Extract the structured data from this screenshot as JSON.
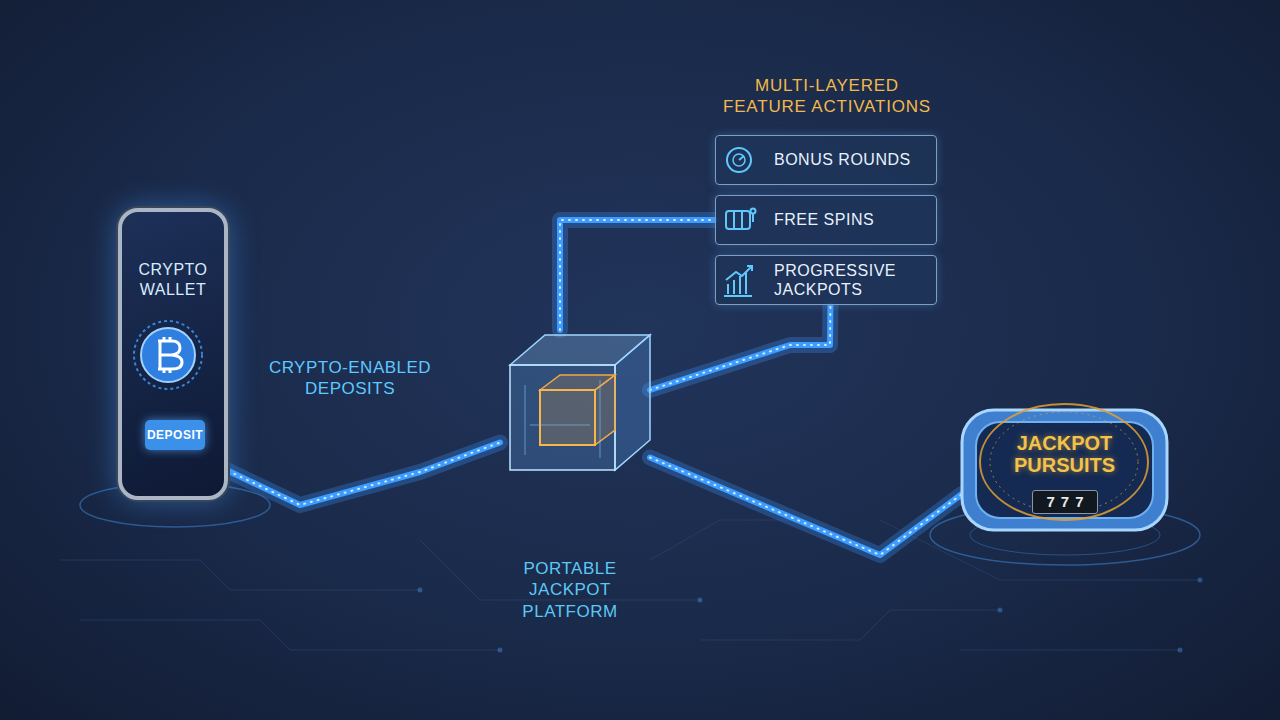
{
  "diagram": {
    "nodes": [
      {
        "text": [
          "CRYPTO WALLET"
        ]
      },
      {
        "text": [
          "DEPOSIT"
        ],
        "in": 0
      },
      {
        "text": [
          "PORTABLE JACKPOT PLATFORM"
        ]
      },
      {
        "text": [
          "BONUS ROUNDS"
        ]
      },
      {
        "text": [
          "FREE SPINS"
        ]
      },
      {
        "text": [
          "PROGRESSIVE JACKPOTS"
        ]
      },
      {
        "text": [
          "JACKPOT PURSUITS",
          "777"
        ]
      }
    ],
    "edges": [
      {
        "from": 0,
        "to": 2,
        "label": "CRYPTO-ENABLED DEPOSITS",
        "arrow": "none"
      },
      {
        "from": 2,
        "to": 4,
        "arrow": "none"
      },
      {
        "from": 2,
        "to": 5,
        "arrow": "none"
      },
      {
        "from": 2,
        "to": 6,
        "arrow": "none"
      }
    ],
    "labels": [
      "MULTI-LAYERED FEATURE ACTIVATIONS"
    ]
  }
}
